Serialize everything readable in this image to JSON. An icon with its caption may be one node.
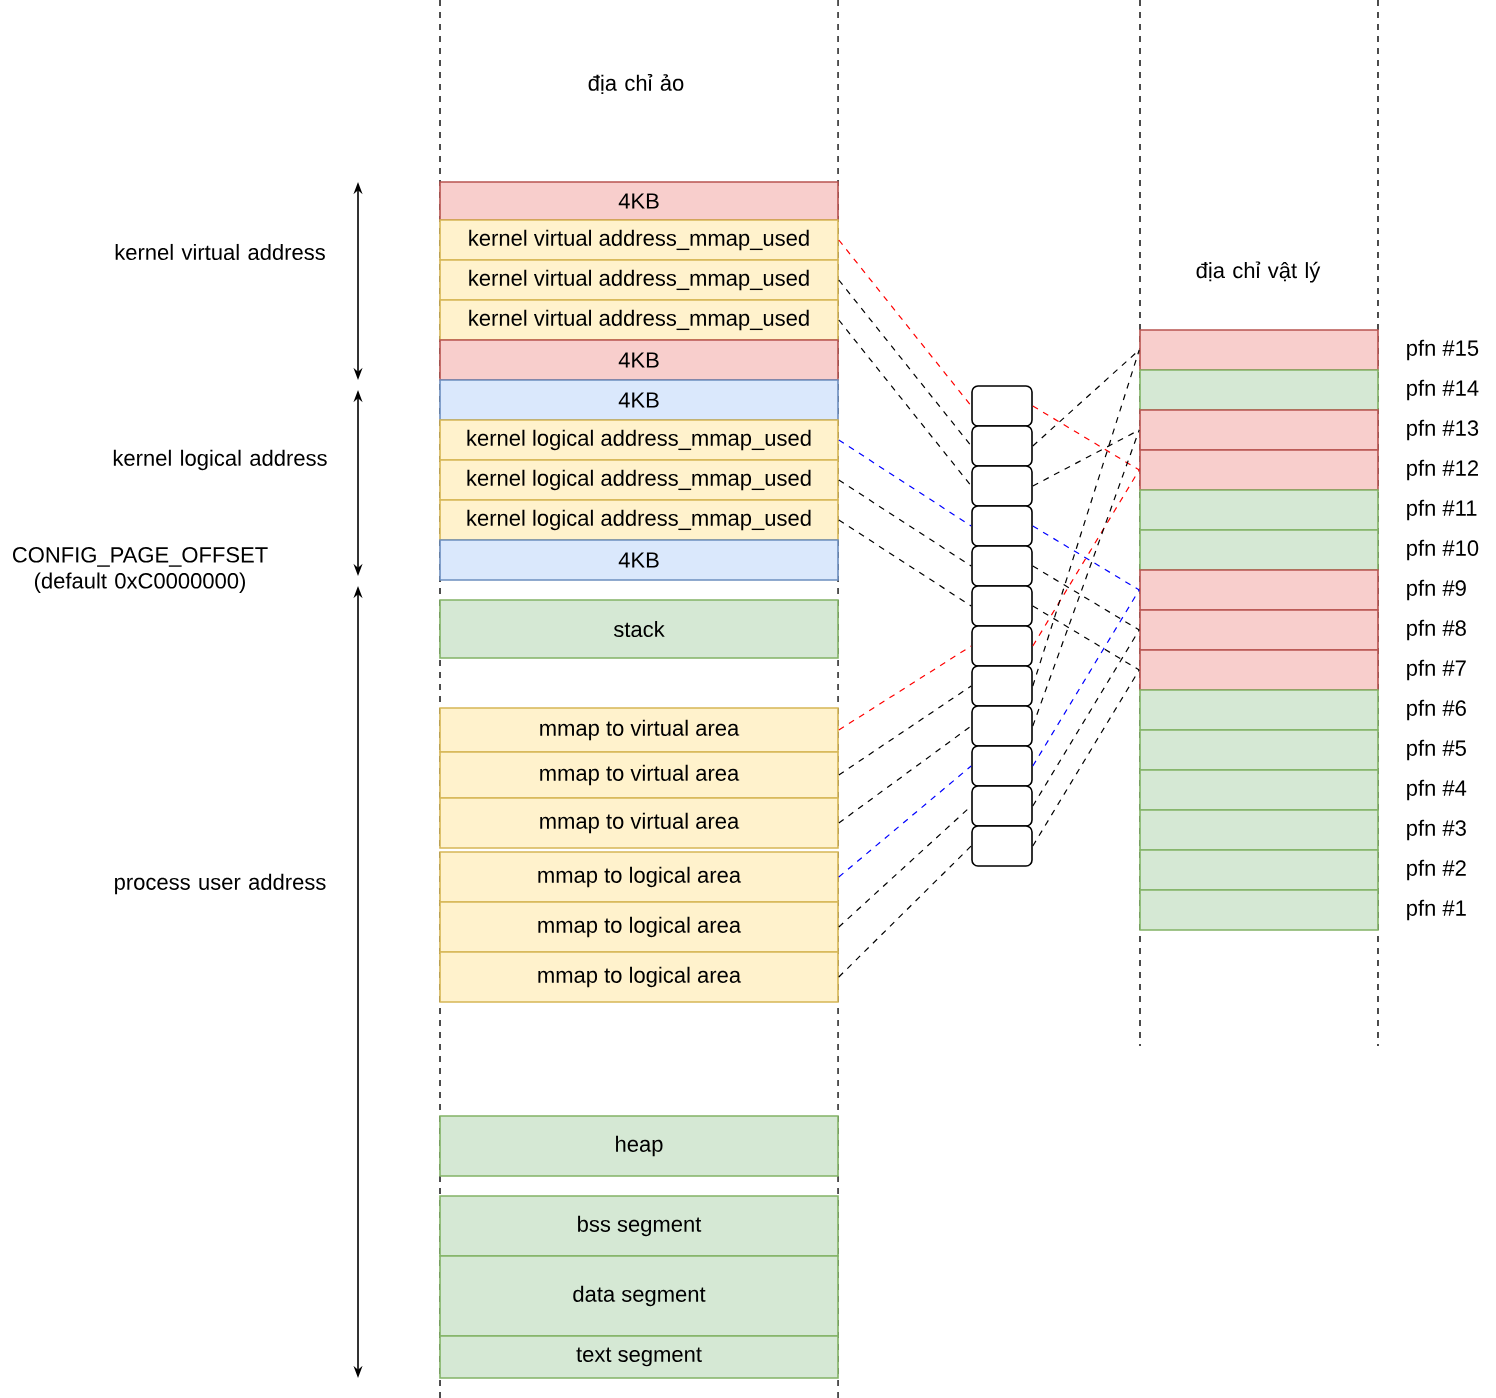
{
  "diagram": {
    "nodes": [
      {
        "text": [
          "4KB"
        ]
      },
      {
        "text": [
          "kernel virtual address_mmap_used"
        ]
      },
      {
        "text": [
          "kernel virtual address_mmap_used"
        ]
      },
      {
        "text": [
          "kernel virtual address_mmap_used"
        ]
      },
      {
        "text": [
          "4KB"
        ]
      },
      {
        "text": [
          "4KB"
        ]
      },
      {
        "text": [
          "kernel logical address_mmap_used"
        ]
      },
      {
        "text": [
          "kernel logical address_mmap_used"
        ]
      },
      {
        "text": [
          "kernel logical address_mmap_used"
        ]
      },
      {
        "text": [
          "4KB"
        ]
      },
      {
        "text": [
          "stack"
        ]
      },
      {
        "text": [
          "mmap to virtual area"
        ]
      },
      {
        "text": [
          "mmap to virtual area"
        ]
      },
      {
        "text": [
          "mmap to virtual area"
        ]
      },
      {
        "text": [
          "mmap to logical area"
        ]
      },
      {
        "text": [
          "mmap to logical area"
        ]
      },
      {
        "text": [
          "mmap to logical area"
        ]
      },
      {
        "text": [
          "heap"
        ]
      },
      {
        "text": [
          "bss segment"
        ]
      },
      {
        "text": [
          "data segment"
        ]
      },
      {
        "text": [
          "text segment"
        ]
      },
      {
        "text": [],
        "shape": "box"
      },
      {
        "text": [],
        "shape": "box"
      },
      {
        "text": [],
        "shape": "box"
      },
      {
        "text": [],
        "shape": "box"
      },
      {
        "text": [],
        "shape": "box"
      },
      {
        "text": [],
        "shape": "box"
      },
      {
        "text": [],
        "shape": "box"
      },
      {
        "text": [],
        "shape": "box"
      },
      {
        "text": [],
        "shape": "box"
      },
      {
        "text": [],
        "shape": "box"
      },
      {
        "text": [],
        "shape": "box"
      },
      {
        "text": [],
        "shape": "box"
      },
      {
        "text": [],
        "shape": "box",
        "beside": [
          "pfn #15"
        ]
      },
      {
        "text": [],
        "shape": "box",
        "beside": [
          "pfn #14"
        ]
      },
      {
        "text": [],
        "shape": "box",
        "beside": [
          "pfn #13"
        ]
      },
      {
        "text": [],
        "shape": "box",
        "beside": [
          "pfn #12"
        ]
      },
      {
        "text": [],
        "shape": "box",
        "beside": [
          "pfn #11"
        ]
      },
      {
        "text": [],
        "shape": "box",
        "beside": [
          "pfn #10"
        ]
      },
      {
        "text": [],
        "shape": "box",
        "beside": [
          "pfn #9"
        ]
      },
      {
        "text": [],
        "shape": "box",
        "beside": [
          "pfn #8"
        ]
      },
      {
        "text": [],
        "shape": "box",
        "beside": [
          "pfn #7"
        ]
      },
      {
        "text": [],
        "shape": "box",
        "beside": [
          "pfn #6"
        ]
      },
      {
        "text": [],
        "shape": "box",
        "beside": [
          "pfn #5"
        ]
      },
      {
        "text": [],
        "shape": "box",
        "beside": [
          "pfn #4"
        ]
      },
      {
        "text": [],
        "shape": "box",
        "beside": [
          "pfn #3"
        ]
      },
      {
        "text": [],
        "shape": "box",
        "beside": [
          "pfn #2"
        ]
      },
      {
        "text": [],
        "shape": "box",
        "beside": [
          "pfn #1"
        ]
      }
    ],
    "edges": [
      {
        "from": 1,
        "to": 21,
        "arrow": "none",
        "style": "dashed",
        "color": "#ff0000"
      },
      {
        "from": 2,
        "to": 22,
        "arrow": "none",
        "style": "dashed"
      },
      {
        "from": 3,
        "to": 23,
        "arrow": "none",
        "style": "dashed"
      },
      {
        "from": 6,
        "to": 24,
        "arrow": "none",
        "style": "dashed",
        "color": "#0000ff"
      },
      {
        "from": 7,
        "to": 25,
        "arrow": "none",
        "style": "dashed"
      },
      {
        "from": 8,
        "to": 26,
        "arrow": "none",
        "style": "dashed"
      },
      {
        "from": 11,
        "to": 27,
        "arrow": "none",
        "style": "dashed",
        "color": "#ff0000"
      },
      {
        "from": 12,
        "to": 28,
        "arrow": "none",
        "style": "dashed"
      },
      {
        "from": 13,
        "to": 29,
        "arrow": "none",
        "style": "dashed"
      },
      {
        "from": 14,
        "to": 30,
        "arrow": "none",
        "style": "dashed",
        "color": "#0000ff"
      },
      {
        "from": 15,
        "to": 31,
        "arrow": "none",
        "style": "dashed"
      },
      {
        "from": 16,
        "to": 32,
        "arrow": "none",
        "style": "dashed"
      },
      {
        "from": 21,
        "to": 36,
        "arrow": "none",
        "style": "dashed",
        "color": "#ff0000"
      },
      {
        "from": 22,
        "to": 33,
        "arrow": "none",
        "style": "dashed"
      },
      {
        "from": 23,
        "to": 35,
        "arrow": "none",
        "style": "dashed"
      },
      {
        "from": 24,
        "to": 39,
        "arrow": "none",
        "style": "dashed",
        "color": "#0000ff"
      },
      {
        "from": 25,
        "to": 40,
        "arrow": "none",
        "style": "dashed"
      },
      {
        "from": 26,
        "to": 41,
        "arrow": "none",
        "style": "dashed"
      },
      {
        "from": 27,
        "to": 36,
        "arrow": "none",
        "style": "dashed",
        "color": "#ff0000"
      },
      {
        "from": 28,
        "to": 33,
        "arrow": "none",
        "style": "dashed"
      },
      {
        "from": 29,
        "to": 35,
        "arrow": "none",
        "style": "dashed"
      },
      {
        "from": 30,
        "to": 39,
        "arrow": "none",
        "style": "dashed",
        "color": "#0000ff"
      },
      {
        "from": 31,
        "to": 40,
        "arrow": "none",
        "style": "dashed"
      },
      {
        "from": 32,
        "to": 41,
        "arrow": "none",
        "style": "dashed"
      }
    ],
    "labels": [
      "địa chỉ ảo",
      "kernel virtual address",
      "địa chỉ vật lý",
      "kernel logical address",
      "CONFIG_PAGE_OFFSET (default 0xC0000000)",
      "process user address"
    ]
  }
}
